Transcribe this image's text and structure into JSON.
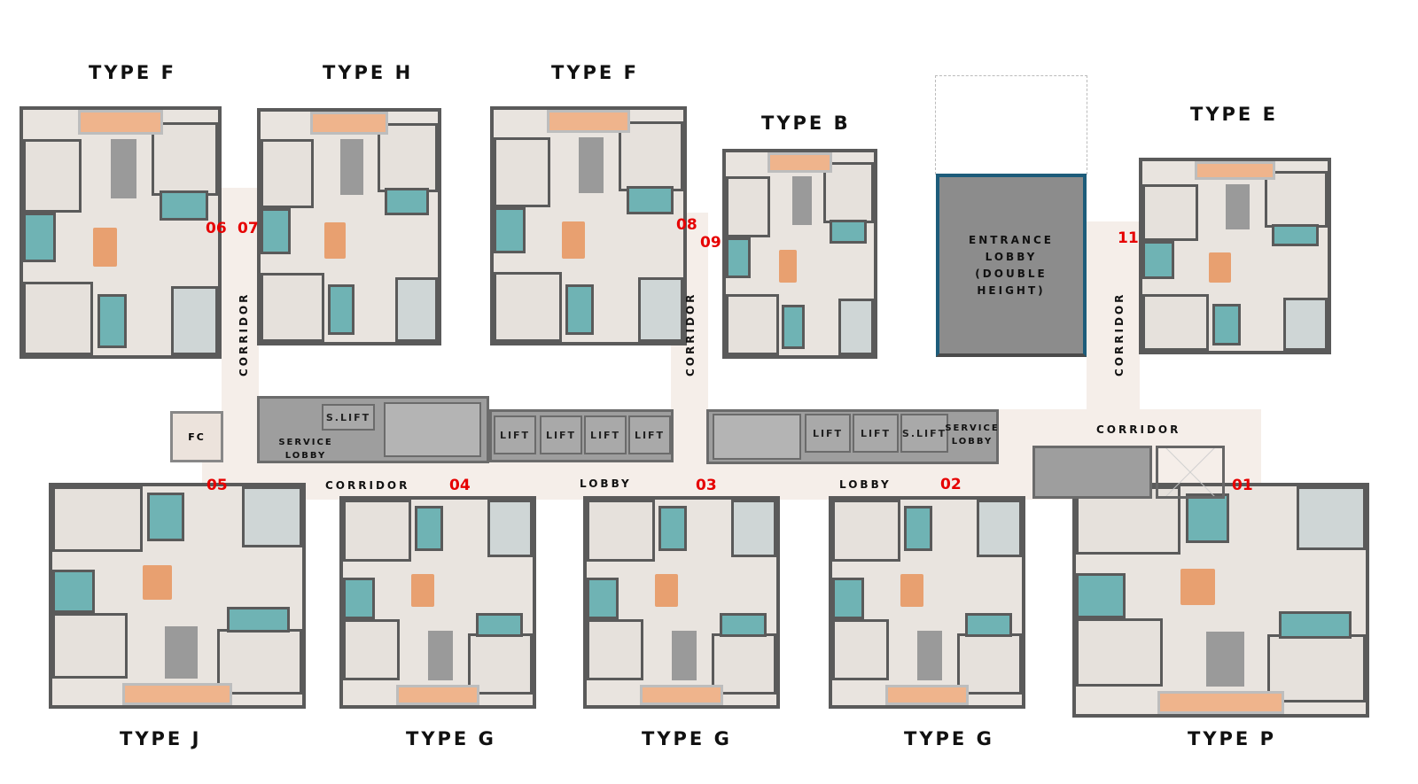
{
  "units": [
    {
      "type": "TYPE F",
      "number": "06"
    },
    {
      "type": "TYPE H",
      "number": "07"
    },
    {
      "type": "TYPE F",
      "number": "08"
    },
    {
      "type": "TYPE B",
      "number": "09"
    },
    {
      "type": "TYPE E",
      "number": "11"
    },
    {
      "type": "TYPE J",
      "number": "05"
    },
    {
      "type": "TYPE G",
      "number": "04"
    },
    {
      "type": "TYPE G",
      "number": "03"
    },
    {
      "type": "TYPE G",
      "number": "02"
    },
    {
      "type": "TYPE P",
      "number": "01"
    }
  ],
  "spaces": {
    "corridor": "CORRIDOR",
    "lobby": "LOBBY",
    "lift": "LIFT",
    "service_lift": "S.LIFT",
    "service_lobby": "SERVICE LOBBY",
    "fire_control": "FC",
    "entrance_lobby": "ENTRANCE LOBBY (DOUBLE HEIGHT)"
  },
  "colors": {
    "unit_number": "#e60000",
    "bathroom": "#6fb3b4",
    "balcony": "#efb48c",
    "core": "#9e9e9e",
    "corridor": "#f5eee9"
  }
}
